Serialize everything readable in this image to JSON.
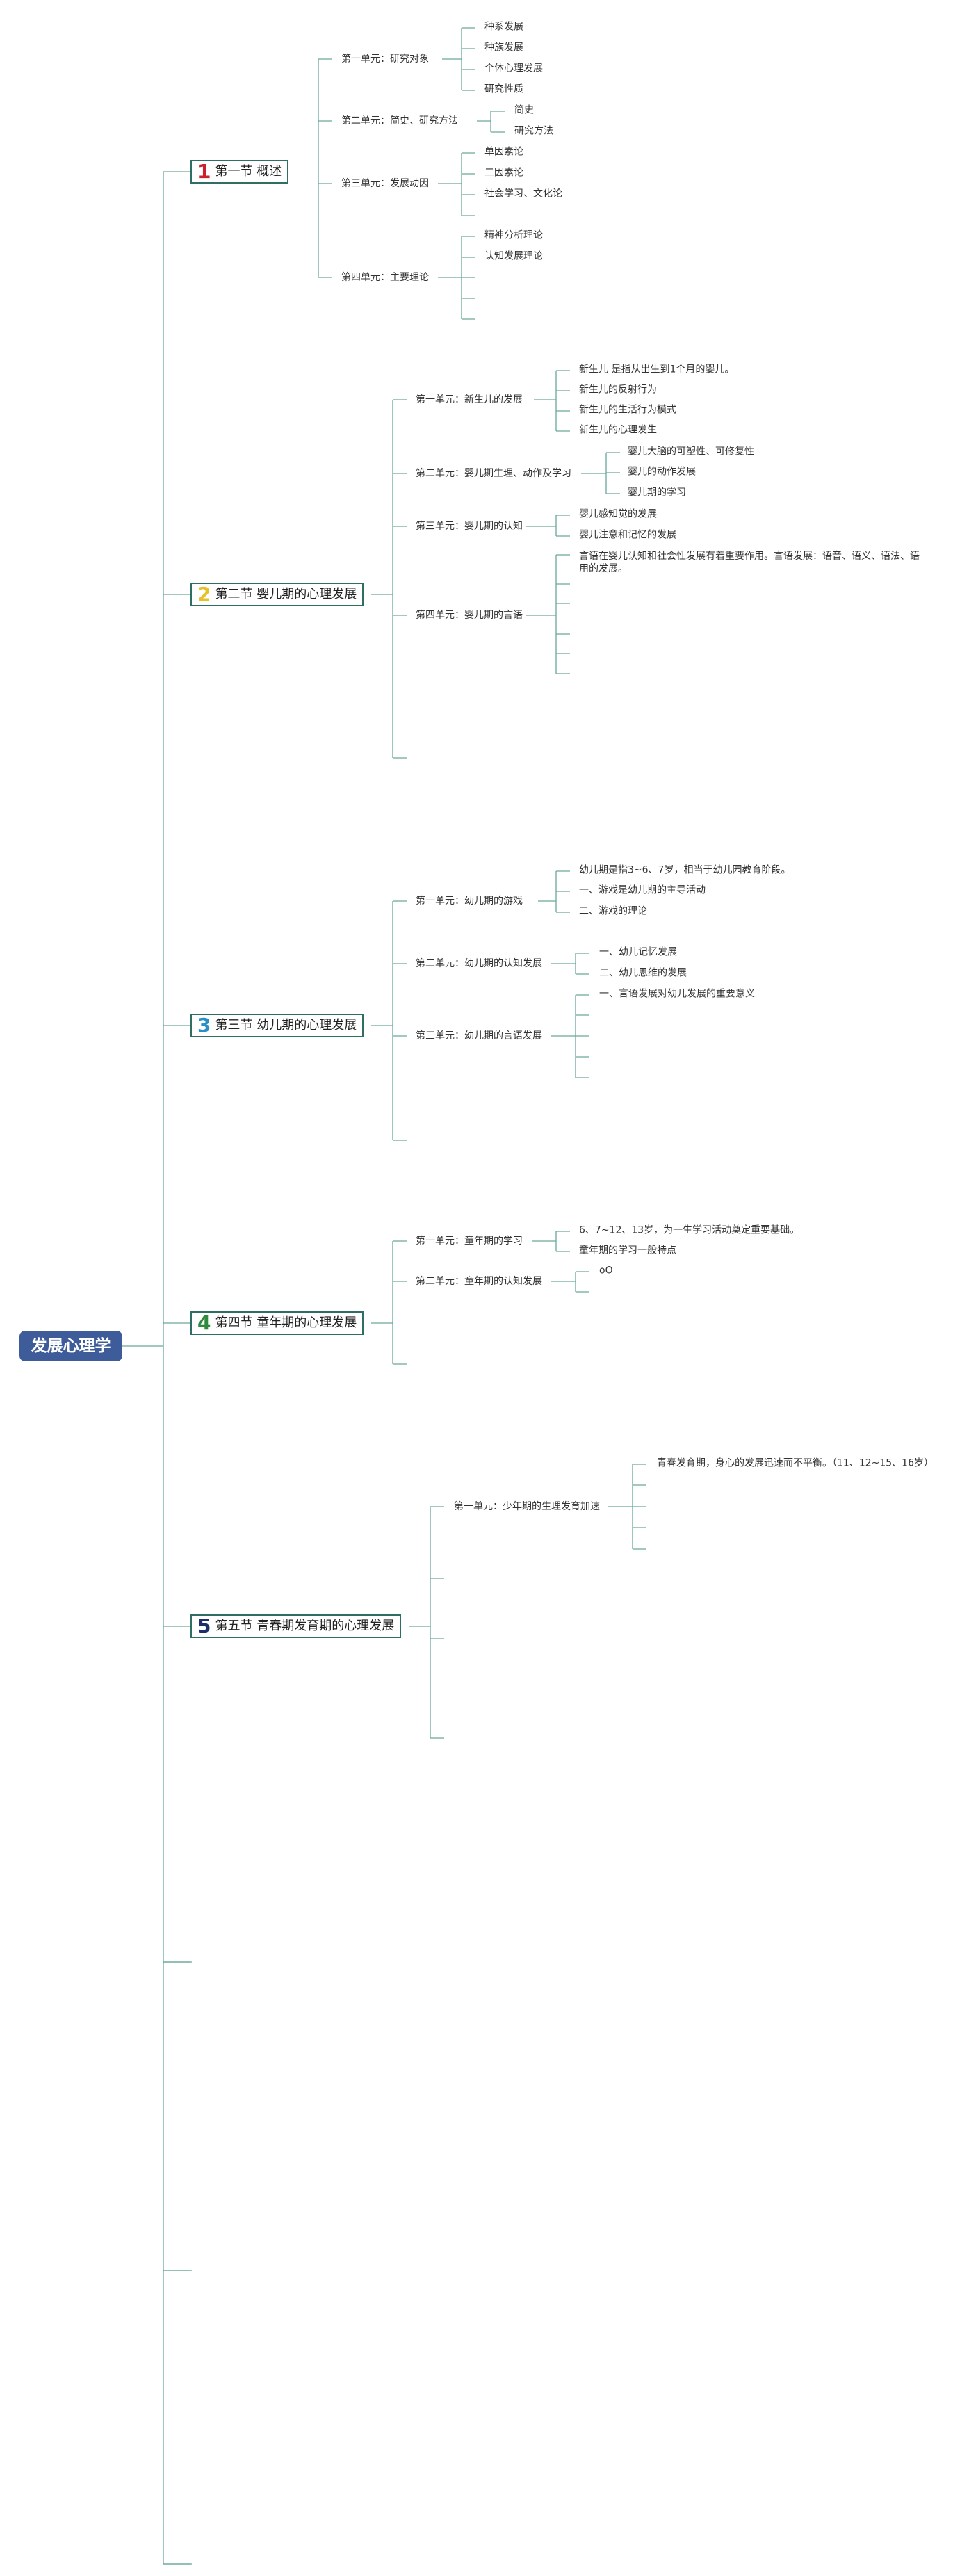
{
  "diagram": {
    "root": "发展心理学",
    "sections": [
      {
        "num": "1",
        "num_color": "#c8232c",
        "title": "第一节 概述",
        "units": [
          {
            "label": "第一单元：研究对象",
            "items": [
              "种系发展",
              "种族发展",
              "个体心理发展",
              "研究性质"
            ]
          },
          {
            "label": "第二单元：简史、研究方法",
            "items": [
              "简史",
              "研究方法"
            ]
          },
          {
            "label": "第三单元：发展动因",
            "items": [
              "单因素论",
              "二因素论",
              "社会学习、文化论"
            ]
          },
          {
            "label": "第四单元：主要理论",
            "items": [
              "精神分析理论",
              "认知发展理论"
            ]
          }
        ]
      },
      {
        "num": "2",
        "num_color": "#e8c02a",
        "title": "第二节 婴儿期的心理发展",
        "units": [
          {
            "label": "第一单元：新生儿的发展",
            "items": [
              "新生儿 是指从出生到1个月的婴儿。",
              "新生儿的反射行为",
              "新生儿的生活行为模式",
              "新生儿的心理发生"
            ]
          },
          {
            "label": "第二单元：婴儿期生理、动作及学习",
            "items": [
              "婴儿大脑的可塑性、可修复性",
              "婴儿的动作发展",
              "婴儿期的学习"
            ]
          },
          {
            "label": "第三单元：婴儿期的认知",
            "items": [
              "婴儿感知觉的发展",
              "婴儿注意和记忆的发展"
            ]
          },
          {
            "label": "第四单元：婴儿期的言语",
            "items": [
              "言语在婴儿认知和社会性发展有着重要作用。言语发展：语音、语义、语法、语用的发展。"
            ]
          }
        ]
      },
      {
        "num": "3",
        "num_color": "#2a8fc4",
        "title": "第三节 幼儿期的心理发展",
        "units": [
          {
            "label": "第一单元：幼儿期的游戏",
            "items": [
              "幼儿期是指3~6、7岁，相当于幼儿园教育阶段。",
              "一、游戏是幼儿期的主导活动",
              "二、游戏的理论"
            ]
          },
          {
            "label": "第二单元：幼儿期的认知发展",
            "items": [
              "一、幼儿记忆发展",
              "二、幼儿思维的发展"
            ]
          },
          {
            "label": "第三单元：幼儿期的言语发展",
            "items": [
              "一、言语发展对幼儿发展的重要意义"
            ]
          }
        ]
      },
      {
        "num": "4",
        "num_color": "#2d8a3e",
        "title": "第四节 童年期的心理发展",
        "units": [
          {
            "label": "第一单元：童年期的学习",
            "items": [
              "6、7~12、13岁，为一生学习活动奠定重要基础。",
              "童年期的学习一般特点"
            ]
          },
          {
            "label": "第二单元：童年期的认知发展",
            "items": [
              "oO"
            ]
          }
        ]
      },
      {
        "num": "5",
        "num_color": "#1d2f6b",
        "title": "第五节 青春期发育期的心理发展",
        "units": [
          {
            "label": "第一单元：少年期的生理发育加速",
            "items": [
              "青春发育期，身心的发展迅速而不平衡。（11、12~15、16岁）"
            ]
          }
        ]
      }
    ]
  },
  "colors": {
    "line": "#6aa89a",
    "root_bg": "#3f5c9a",
    "section_border": "#2e6e63"
  }
}
